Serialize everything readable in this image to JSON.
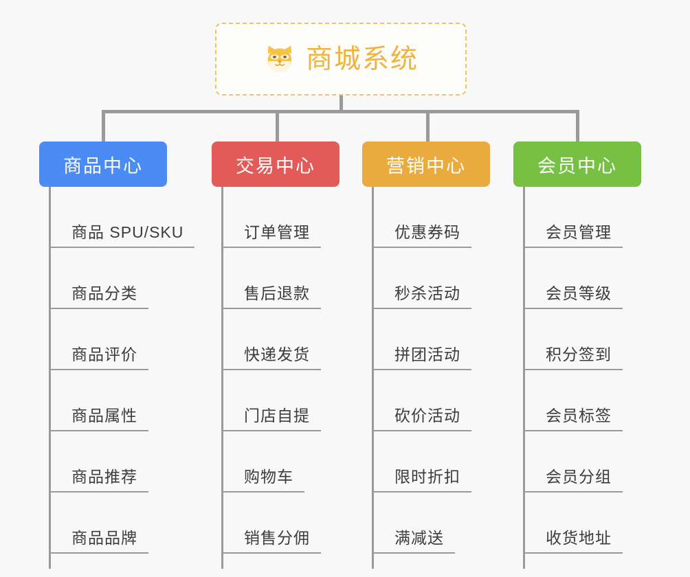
{
  "diagram": {
    "type": "organization-tree",
    "background_color": "#f8f8f8",
    "root": {
      "title": "商城系统",
      "logo_icon": "shiba-dog-face-icon",
      "border_color": "#f0c266",
      "text_color": "#f2b33d",
      "border_style": "dashed"
    },
    "line_color": "#9a9a9a",
    "categories": [
      {
        "label": "商品中心",
        "color": "#4a8bf4",
        "items": [
          "商品 SPU/SKU",
          "商品分类",
          "商品评价",
          "商品属性",
          "商品推荐",
          "商品品牌"
        ]
      },
      {
        "label": "交易中心",
        "color": "#e35b58",
        "items": [
          "订单管理",
          "售后退款",
          "快递发货",
          "门店自提",
          "购物车",
          "销售分佣"
        ]
      },
      {
        "label": "营销中心",
        "color": "#eaaa3e",
        "items": [
          "优惠券码",
          "秒杀活动",
          "拼团活动",
          "砍价活动",
          "限时折扣",
          "满减送"
        ]
      },
      {
        "label": "会员中心",
        "color": "#76c044",
        "items": [
          "会员管理",
          "会员等级",
          "积分签到",
          "会员标签",
          "会员分组",
          "收货地址"
        ]
      }
    ]
  },
  "layout": {
    "category_x": [
      57,
      308,
      527,
      747
    ],
    "connector_x": [
      148,
      401,
      620,
      838
    ],
    "column_x": [
      71,
      322,
      541,
      761
    ],
    "column_height": 556
  }
}
